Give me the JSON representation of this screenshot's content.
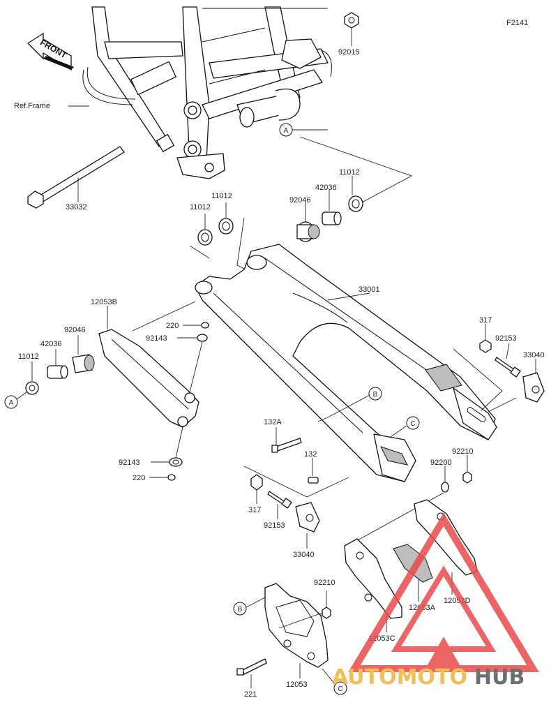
{
  "figure_code": "F2141",
  "front_label": "FRONT",
  "ref_label": "Ref.Frame",
  "callouts": [
    "A",
    "B",
    "C"
  ],
  "parts": {
    "p92015": "92015",
    "p33032": "33032",
    "p11012_a": "11012",
    "p11012_b": "11012",
    "p11012_c": "11012",
    "p11012_d": "11012",
    "p42036_a": "42036",
    "p42036_b": "42036",
    "p92046_a": "92046",
    "p92046_b": "92046",
    "p33001": "33001",
    "p12053B": "12053B",
    "p220_a": "220",
    "p220_b": "220",
    "p92143_a": "92143",
    "p92143_b": "92143",
    "p317_a": "317",
    "p317_b": "317",
    "p92153_a": "92153",
    "p92153_b": "92153",
    "p33040_a": "33040",
    "p33040_b": "33040",
    "p132A": "132A",
    "p132": "132",
    "p92210_a": "92210",
    "p92210_b": "92210",
    "p92200": "92200",
    "p12053A": "12053A",
    "p12053D": "12053D",
    "p12053C": "12053C",
    "p12053": "12053",
    "p221": "221"
  },
  "watermark": {
    "text_left": "AUTOMOTO",
    "text_right": "HUB",
    "accent_color": "#f2b33d",
    "triangle_color": "#e84b4b",
    "dark_color": "#555555"
  }
}
